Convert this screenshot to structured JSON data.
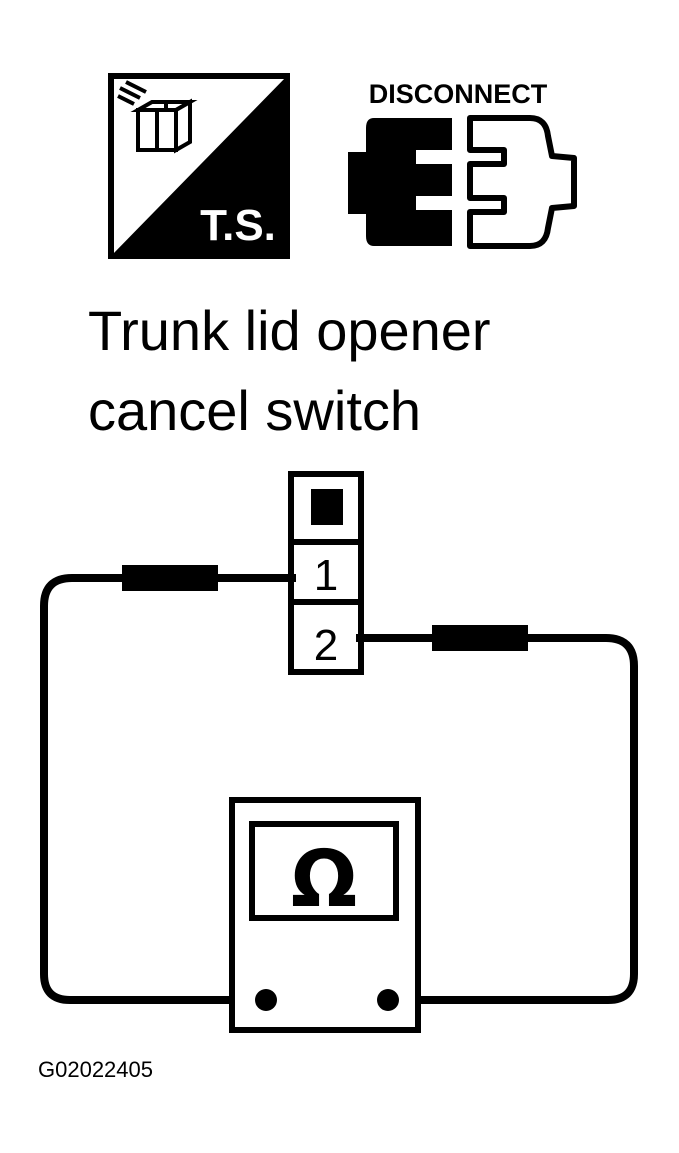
{
  "icons": {
    "ts_label": "T.S.",
    "disconnect_label": "DISCONNECT"
  },
  "title": {
    "line1": "Trunk lid opener",
    "line2": "cancel switch"
  },
  "connector": {
    "pin1": "1",
    "pin2": "2"
  },
  "meter": {
    "symbol": "Ω"
  },
  "figure_code": "G02022405",
  "colors": {
    "ink": "#000000",
    "paper": "#ffffff"
  }
}
